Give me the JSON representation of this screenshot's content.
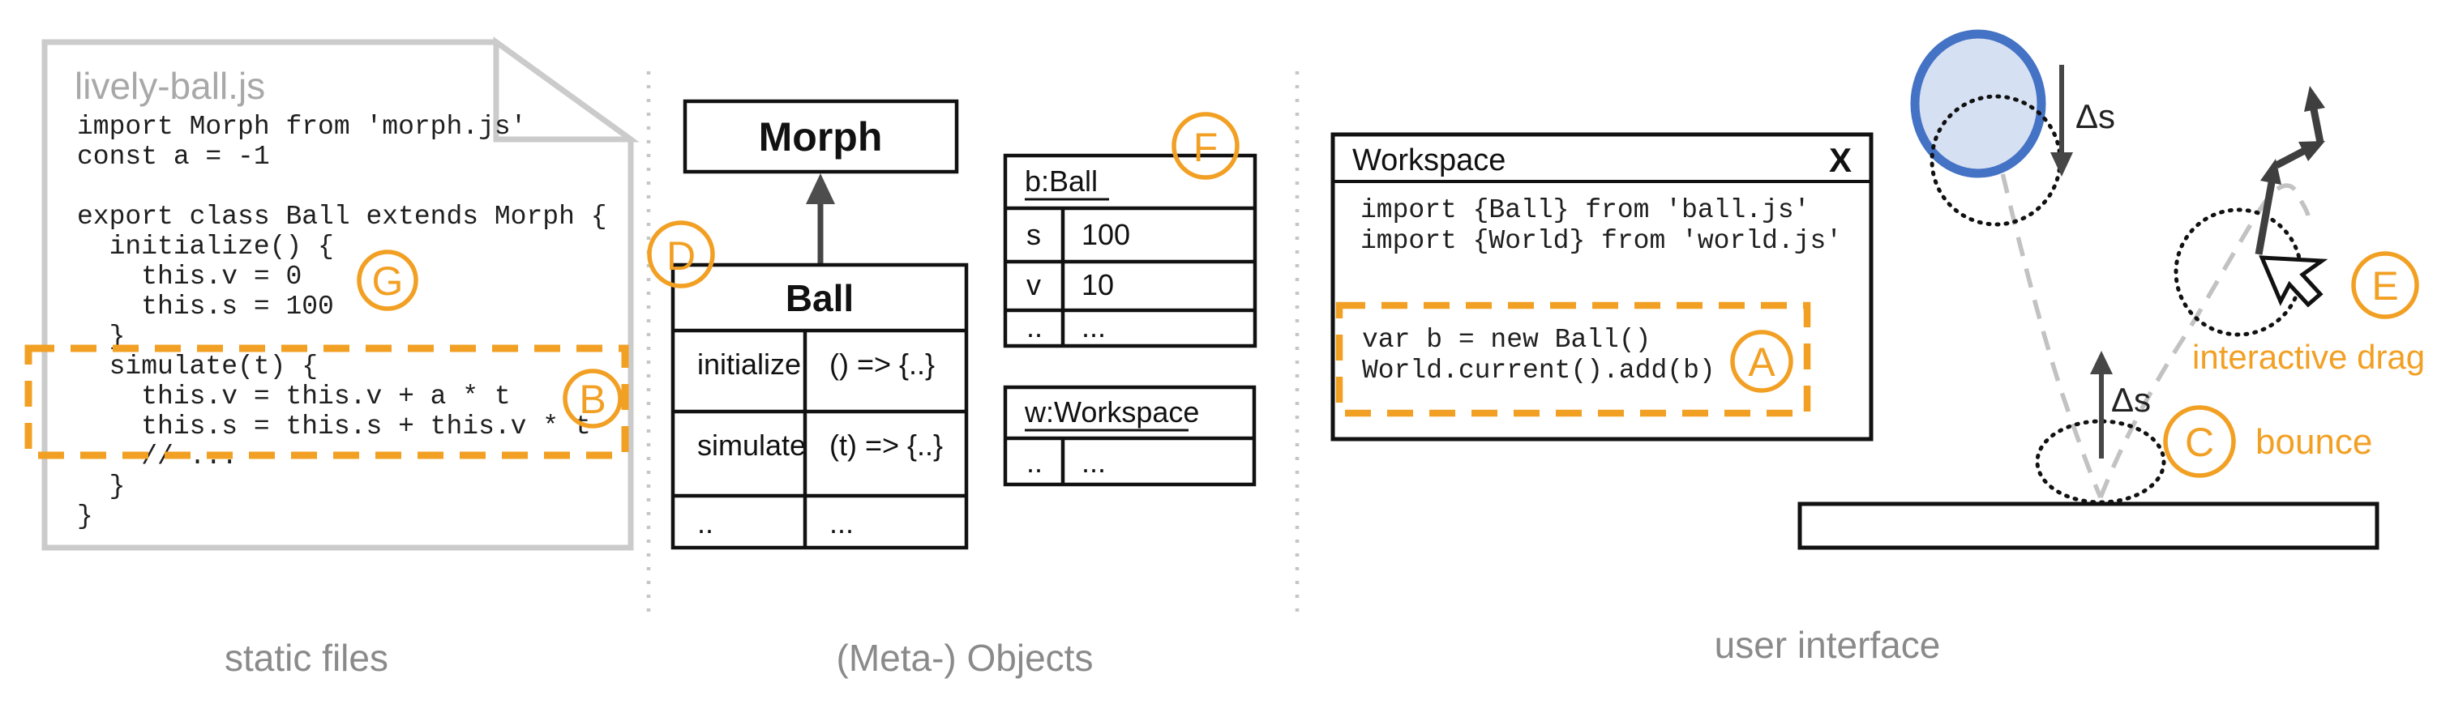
{
  "section_labels": {
    "static_files": "static files",
    "meta_objects": "(Meta-) Objects",
    "user_interface": "user interface"
  },
  "file": {
    "name": "lively-ball.js",
    "code": [
      "import Morph from 'morph.js'",
      "const a = -1",
      "",
      "export class Ball extends Morph {",
      "  initialize() {",
      "    this.v = 0",
      "    this.s = 100",
      "  }",
      "  simulate(t) {",
      "    this.v = this.v + a * t",
      "    this.s = this.s + this.v * t",
      "    // ...",
      "  }",
      "}"
    ]
  },
  "class_diagram": {
    "morph_title": "Morph",
    "ball_title": "Ball",
    "ball_rows": [
      {
        "name": "initialize",
        "value": "() => {..}"
      },
      {
        "name": "simulate",
        "value": "(t) => {..}"
      },
      {
        "name": "..",
        "value": "..."
      }
    ]
  },
  "objects": {
    "b_ball_title": "b:Ball",
    "b_ball_rows": [
      {
        "name": "s",
        "value": "100"
      },
      {
        "name": "v",
        "value": "10"
      },
      {
        "name": "..",
        "value": "..."
      }
    ],
    "w_workspace_title": "w:Workspace",
    "w_workspace_rows": [
      {
        "name": "..",
        "value": "..."
      }
    ]
  },
  "workspace_window": {
    "title": "Workspace",
    "close_label": "X",
    "code": [
      "import {Ball} from 'ball.js'",
      "import {World} from 'world.js'"
    ],
    "snippet": [
      "var b = new Ball()",
      "World.current().add(b)"
    ]
  },
  "annotations": {
    "a": "A",
    "b": "B",
    "c": "C",
    "d": "D",
    "e": "E",
    "f": "F",
    "g": "G"
  },
  "captions": {
    "bounce": "bounce",
    "interactive_drag": "interactive drag",
    "delta_s_fall": "Δs",
    "delta_s_rise": "Δs"
  },
  "colors": {
    "accent_orange": "#F2A024",
    "ball_fill": "#D6E0F3",
    "ball_stroke": "#4472C4",
    "label_gray": "#8A8A8A",
    "page_border": "#CBCBCB",
    "dark_arrow": "#464646",
    "trajectory_gray": "#C2C2C2"
  }
}
